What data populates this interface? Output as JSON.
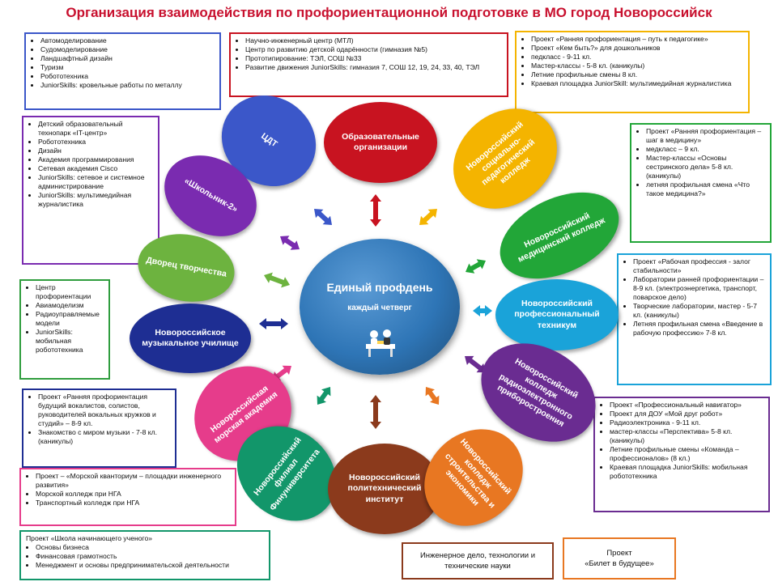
{
  "title": "Организация взаимодействия по профориентационной подготовке в МО город Новороссийск",
  "center": {
    "title": "Единый профдень",
    "subtitle": "каждый четверг"
  },
  "nodes": {
    "cdt": "ЦДТ",
    "edu": "Образовательные организации",
    "pedcollege": "Новороссийский социально-педагогический колледж",
    "shkolnik": "«Школьник-2»",
    "medcollege": "Новороссийский медицинский колледж",
    "dvorets": "Дворец творчества",
    "proftech": "Новороссийский профессиональный техникум",
    "music": "Новороссийское музыкальное училище",
    "radio": "Новороссийский колледж радиоэлектронного приборостроения",
    "marine": "Новороссийская морская академия",
    "finuniv": "Новороссийский филиал Финуниверситета",
    "poly": "Новороссийский политехнический институт",
    "stroy": "Новороссийский колледж строительства и экономики"
  },
  "boxes": {
    "cdt": [
      "Автомоделирование",
      "Судомоделирование",
      "Ландшафтный дизайн",
      "Туризм",
      "Робототехника",
      "JuniorSkills: кровельные работы по металлу"
    ],
    "edu": [
      "Научно-инженерный центр (МТЛ)",
      "Центр по развитию детской одарённости (гимназия №5)",
      "Прототипирование: ТЭЛ, СОШ №33",
      "Развитие движения JuniorSkills: гимназия 7, СОШ 12, 19, 24, 33, 40, ТЭЛ"
    ],
    "ped": [
      "Проект «Ранняя профориентация – путь к педагогике»",
      "Проект «Кем быть?» для дошкольников",
      "педкласс - 9-11 кл.",
      "Мастер-классы - 5-8 кл. (каникулы)",
      "Летние профильные смены 8 кл.",
      "Краевая площадка JuniorSkill: мультимедийная журналистика"
    ],
    "shk": [
      "Детский образовательный технопарк «IT-центр»",
      "Робототехника",
      "Дизайн",
      "Академия программирования",
      "Сетевая академия Cisco",
      "JuniorSkills: сетевое и системное администрирование",
      "JuniorSkills: мультимедийная журналистика"
    ],
    "med": [
      "Проект «Ранняя профориентация – шаг в медицину»",
      "медкласс – 9 кл.",
      "Мастер-классы «Основы сестринского дела» 5-8 кл. (каникулы)",
      "летняя профильная смена «Что такое медицина?»"
    ],
    "dvor": [
      "Центр профориентации",
      "Авиамоделизм",
      "Радиоуправляемые модели",
      "JuniorSkills: мобильная робототехника"
    ],
    "tech": [
      "Проект «Рабочая профессия - залог стабильности»",
      "Лаборатории ранней профориентации – 8-9 кл. (электроэнергетика, транспорт, поварское дело)",
      "Творческие лаборатории, мастер - 5-7 кл. (каникулы)",
      "Летняя профильная смена «Введение в рабочую профессию» 7-8 кл."
    ],
    "mus": [
      "Проект «Ранняя профориентация будущий вокалистов, солистов, руководителей вокальных кружков и студий» – 8-9 кл.",
      "Знакомство с миром музыки - 7-8 кл. (каникулы)"
    ],
    "radio": [
      "Проект «Профессиональный навигатор»",
      "Проект для ДОУ «Мой друг робот»",
      "Радиоэлектроника - 9-11 кл.",
      "мастер-классы «Перспектива» 5-8 кл. (каникулы)",
      "Летние профильные смены «Команда – профессионалов» (8 кл.)",
      "Краевая площадка JuniorSkills: мобильная робототехника"
    ],
    "marine": [
      "Проект – «Морской кванториум – площадки инженерного развития»",
      "Морской колледж при НГА",
      "Транспортный колледж при НГА"
    ],
    "fin_intro": "Проект «Школа начинающего ученого»",
    "fin": [
      "Основы бизнеса",
      "Финансовая грамотность",
      "Менеджмент и основы предпринимательской деятельности"
    ],
    "poly": "Инженерное дело, технологии и технические науки",
    "stroy": [
      "Проект",
      "«Билет в будущее»"
    ]
  },
  "colors": {
    "title": "#c8102e",
    "cdt": "#3b57c9",
    "edu": "#c81320",
    "ped": "#f4b400",
    "shk": "#7a2bb0",
    "med": "#22a638",
    "dvor": "#6db33f",
    "tech": "#1aa3d9",
    "mus": "#1e2e93",
    "radio": "#6a2c91",
    "marine": "#e63c8b",
    "fin": "#12966a",
    "poly": "#8b3a1c",
    "stroy": "#e87722",
    "center": "#2e75b6"
  }
}
